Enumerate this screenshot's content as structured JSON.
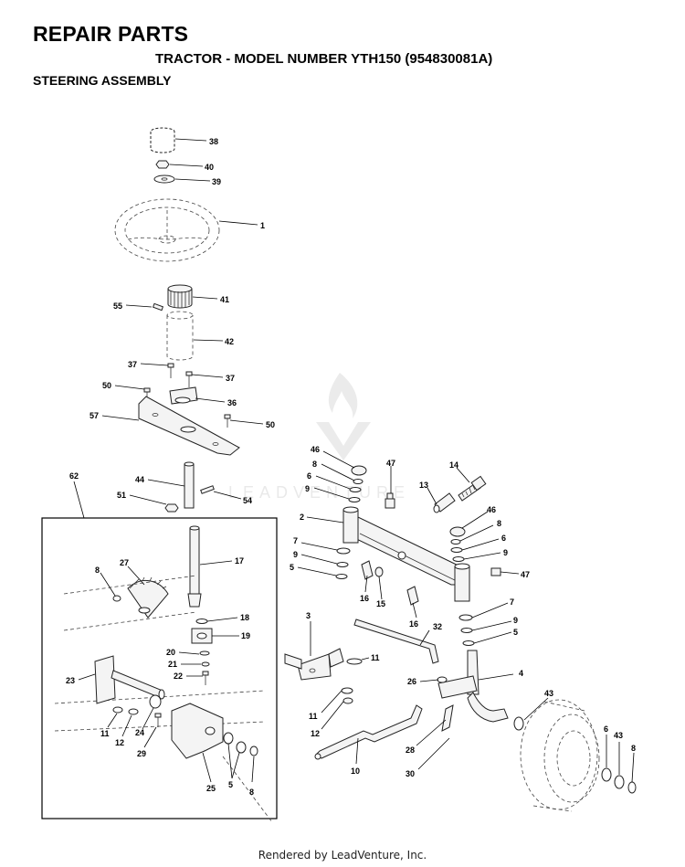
{
  "header": {
    "title": "REPAIR PARTS",
    "subtitle": "TRACTOR - MODEL NUMBER YTH150   (954830081A)",
    "section": "STEERING ASSEMBLY"
  },
  "watermark": {
    "text": "LEADVENTURE"
  },
  "footer": {
    "text": "Rendered by LeadVenture, Inc."
  },
  "callouts": {
    "c38": "38",
    "c40": "40",
    "c39": "39",
    "c1": "1",
    "c41": "41",
    "c55": "55",
    "c42": "42",
    "c37a": "37",
    "c37b": "37",
    "c50a": "50",
    "c36": "36",
    "c57": "57",
    "c50b": "50",
    "c44": "44",
    "c51": "51",
    "c54": "54",
    "c62": "62",
    "c17": "17",
    "c27": "27",
    "c8a": "8",
    "c18": "18",
    "c19": "19",
    "c20": "20",
    "c21": "21",
    "c22": "22",
    "c23": "23",
    "c11a": "11",
    "c12a": "12",
    "c24": "24",
    "c29": "29",
    "c25": "25",
    "c5a": "5",
    "c8b": "8",
    "c46a": "46",
    "c8c": "8",
    "c6a": "6",
    "c9a": "9",
    "c47a": "47",
    "c13": "13",
    "c14": "14",
    "c2": "2",
    "c7a": "7",
    "c9b": "9",
    "c5b": "5",
    "c16a": "16",
    "c15": "15",
    "c16b": "16",
    "c46b": "46",
    "c8d": "8",
    "c6b": "6",
    "c9c": "9",
    "c47b": "47",
    "c7b": "7",
    "c9d": "9",
    "c5c": "5",
    "c3": "3",
    "c11b": "11",
    "c32": "32",
    "c4": "4",
    "c26": "26",
    "c11c": "11",
    "c12b": "12",
    "c43a": "43",
    "c6c": "6",
    "c43b": "43",
    "c8e": "8",
    "c28": "28",
    "c10": "10",
    "c30": "30"
  }
}
